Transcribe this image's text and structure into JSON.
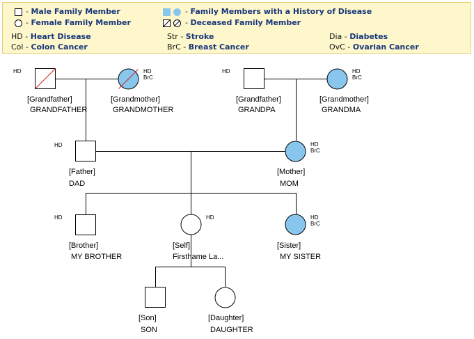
{
  "legend": {
    "male": "Male Family Member",
    "female": "Female Family Member",
    "history": "Family Members with a History of Disease",
    "deceased": "Deceased Family Member",
    "abbreviations": [
      {
        "code": "HD",
        "name": "Heart Disease"
      },
      {
        "code": "Str",
        "name": "Stroke"
      },
      {
        "code": "Dia",
        "name": "Diabetes"
      },
      {
        "code": "Col",
        "name": "Colon Cancer"
      },
      {
        "code": "BrC",
        "name": "Breast Cancer"
      },
      {
        "code": "OvC",
        "name": "Ovarian Cancer"
      }
    ]
  },
  "members": {
    "pat_grandfather": {
      "role": "[Grandfather]",
      "name": "GRANDFATHER",
      "conditions": "HD"
    },
    "pat_grandmother": {
      "role": "[Grandmother]",
      "name": "GRANDMOTHER",
      "conditions": "HD\nBrC"
    },
    "mat_grandfather": {
      "role": "[Grandfather]",
      "name": "GRANDPA",
      "conditions": "HD"
    },
    "mat_grandmother": {
      "role": "[Grandmother]",
      "name": "GRANDMA",
      "conditions": "HD\nBrC"
    },
    "father": {
      "role": "[Father]",
      "name": "DAD",
      "conditions": "HD"
    },
    "mother": {
      "role": "[Mother]",
      "name": "MOM",
      "conditions": "HD\nBrC"
    },
    "brother": {
      "role": "[Brother]",
      "name": "MY BROTHER",
      "conditions": "HD"
    },
    "self": {
      "role": "[Self]",
      "name": "Firsthame La...",
      "conditions": "HD"
    },
    "sister": {
      "role": "[Sister]",
      "name": "MY SISTER",
      "conditions": "HD\nBrC"
    },
    "son": {
      "role": "[Son]",
      "name": "SON",
      "conditions": ""
    },
    "daughter": {
      "role": "[Daughter]",
      "name": "DAUGHTER",
      "conditions": ""
    }
  },
  "colors": {
    "affected": "#88c6ee",
    "legend_bg": "#fef7cc",
    "legend_text": "#17367a",
    "deceased_slash": "#cc2222"
  }
}
